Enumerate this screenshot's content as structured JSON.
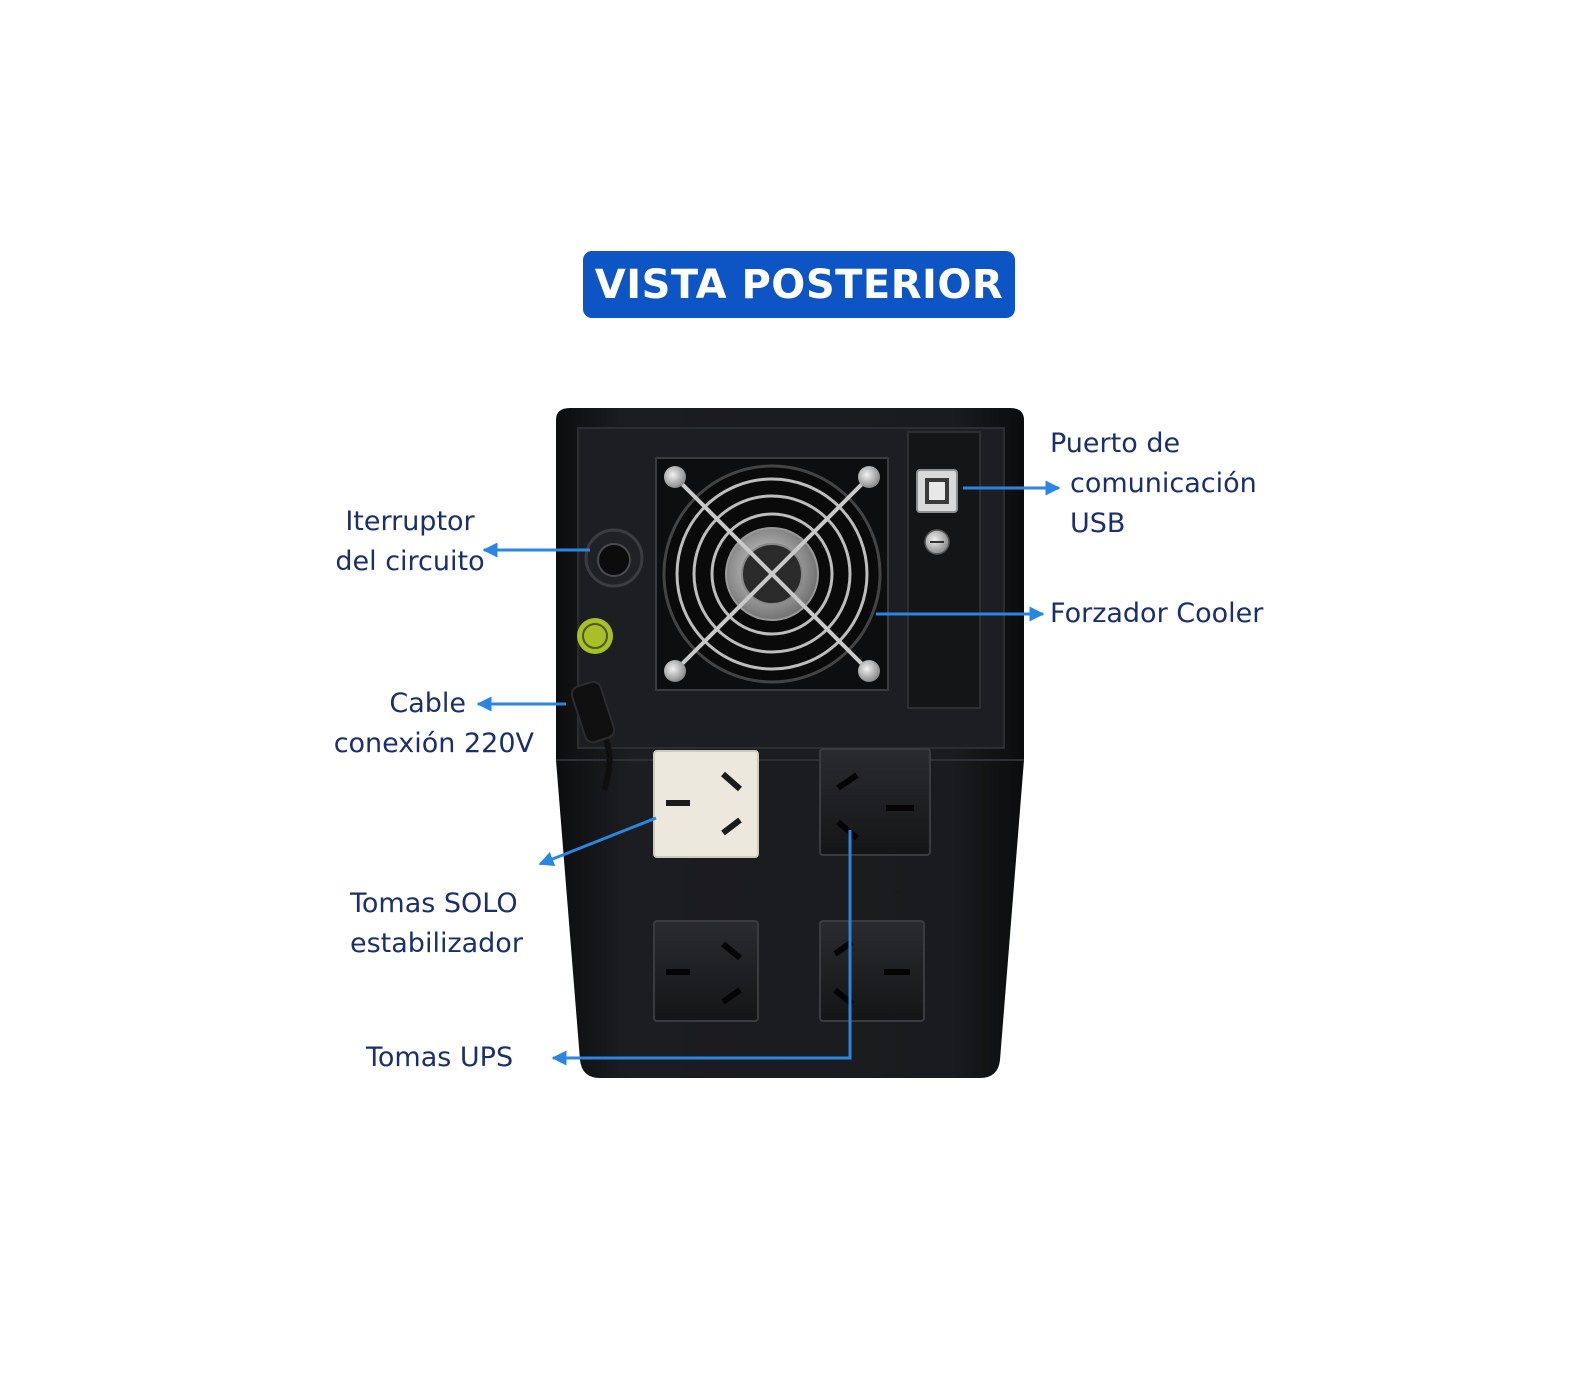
{
  "title": "VISTA POSTERIOR",
  "colors": {
    "badge": "#0d55c4",
    "label_text": "#1a2f6b",
    "arrow": "#2a86e0",
    "ups_body": "#17181a"
  },
  "callouts": {
    "usb_port": {
      "lines": [
        "Puerto de",
        "comunicación",
        "USB"
      ],
      "icon": "usb-b-port"
    },
    "circuit_breaker": {
      "lines": [
        "Iterruptor",
        "del circuito"
      ],
      "icon": "reset-button"
    },
    "cooler": {
      "lines": [
        "Forzador Cooler"
      ],
      "icon": "fan"
    },
    "power_cable": {
      "lines": [
        "Cable",
        "conexión 220V"
      ],
      "icon": "power-cord"
    },
    "stabilizer_outlets": {
      "lines": [
        "Tomas SOLO",
        "estabilizador"
      ],
      "icon": "outlet"
    },
    "ups_outlets": {
      "lines": [
        "Tomas UPS"
      ],
      "icon": "outlet"
    }
  }
}
